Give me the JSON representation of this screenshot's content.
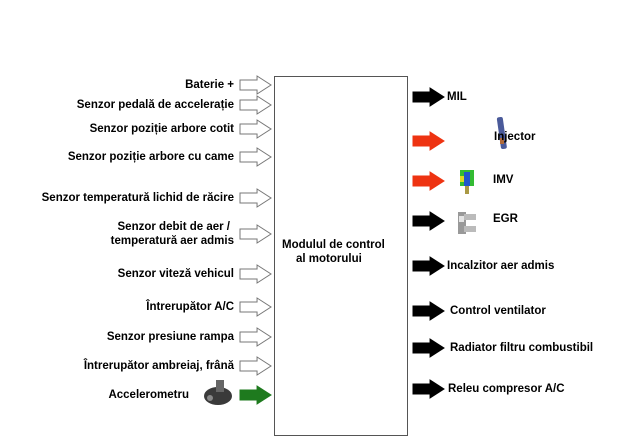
{
  "module": {
    "line1": "Modulul de control",
    "line2": "al motorului"
  },
  "inputs": [
    {
      "label": "Baterie +"
    },
    {
      "label": "Senzor pedală de accelerație"
    },
    {
      "label": "Senzor poziție arbore cotit"
    },
    {
      "label": "Senzor poziție arbore cu came"
    },
    {
      "label": "Senzor temperatură lichid de răcire"
    },
    {
      "label": "Senzor debit de aer /",
      "label2": "temperatură aer admis"
    },
    {
      "label": "Senzor viteză vehicul"
    },
    {
      "label": "Întrerupător A/C"
    },
    {
      "label": "Senzor presiune rampa"
    },
    {
      "label": "Întrerupător ambreiaj, frână"
    },
    {
      "label": "Accelerometru"
    }
  ],
  "outputs": [
    {
      "label": "MIL",
      "color": "#000000"
    },
    {
      "label": "Injector",
      "color": "#ee3311"
    },
    {
      "label": "IMV",
      "color": "#ee3311"
    },
    {
      "label": "EGR",
      "color": "#000000"
    },
    {
      "label": "Incalzitor aer admis",
      "color": "#000000"
    },
    {
      "label": "Control ventilator",
      "color": "#000000"
    },
    {
      "label": "Radiator filtru combustibil",
      "color": "#000000"
    },
    {
      "label": "Releu compresor A/C",
      "color": "#000000"
    }
  ],
  "colors": {
    "accelerometer_arrow": "#1e7a1e"
  }
}
